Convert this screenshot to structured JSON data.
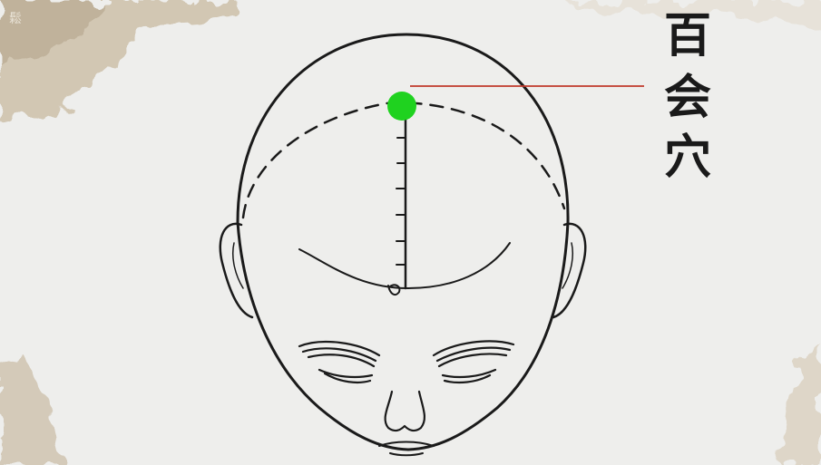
{
  "image": {
    "watermark": "鬆"
  },
  "acupoint": {
    "name_chars": [
      "百",
      "会",
      "穴"
    ],
    "marker_color": "#1fd21f",
    "leader_line_color": "#c0392b"
  },
  "colors": {
    "paper": "#eeeeec",
    "ink": "#1a1a1a"
  }
}
